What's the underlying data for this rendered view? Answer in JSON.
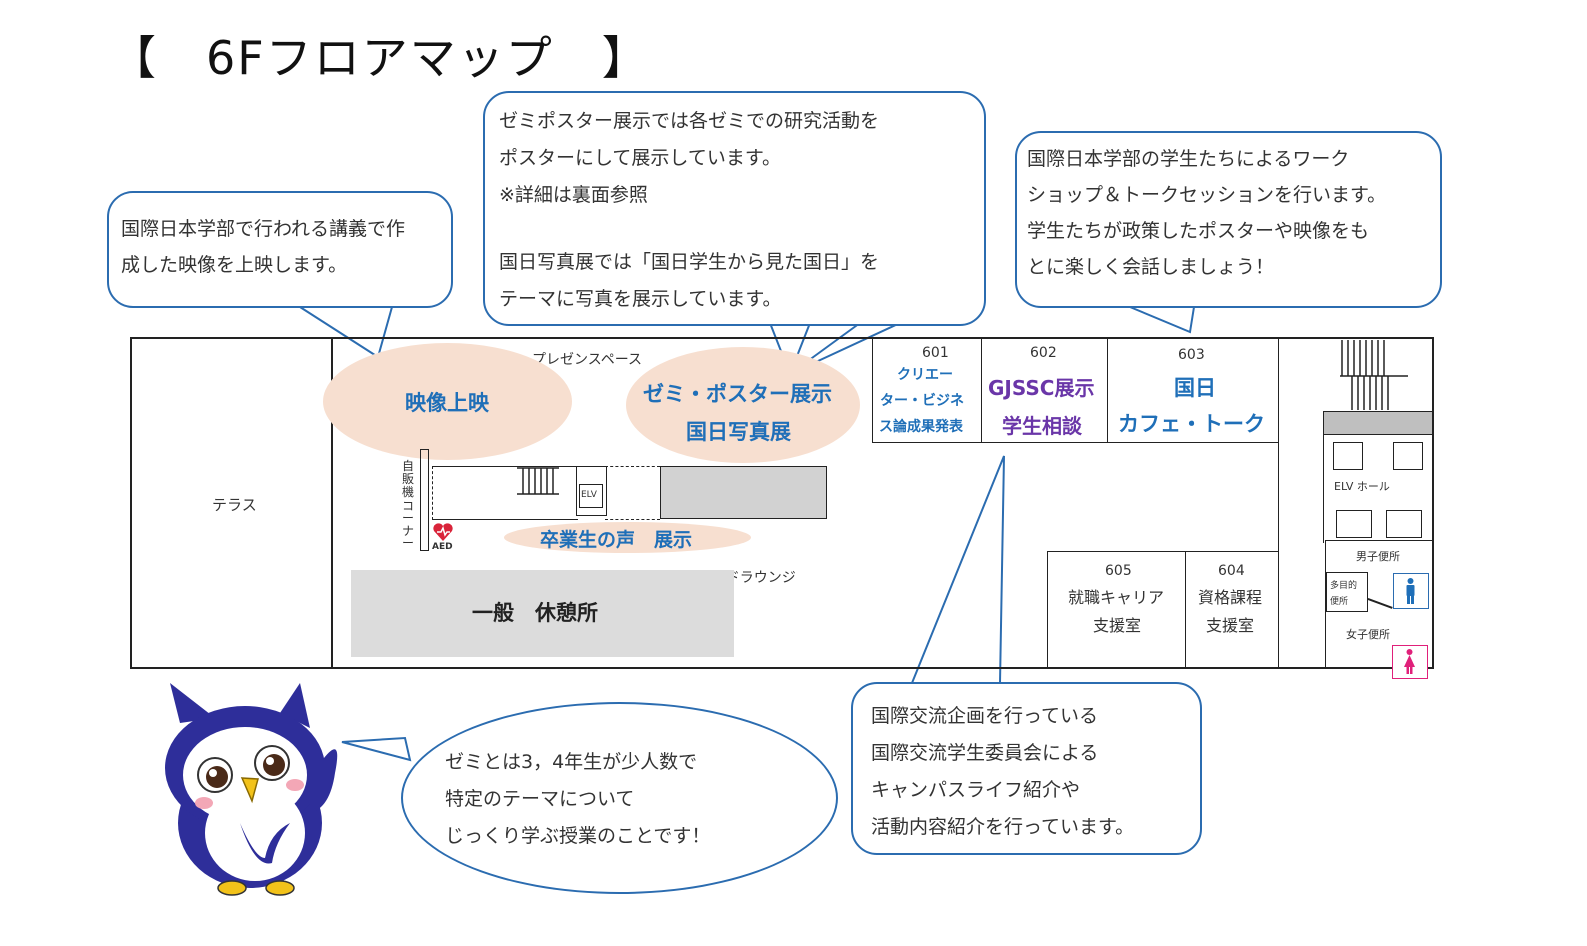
{
  "title": "【　6Fフロアマップ　】",
  "bubbles": {
    "video": [
      "国際日本学部で行われる講義で作",
      "成した映像を上映します。"
    ],
    "poster": [
      "ゼミポスター展示では各ゼミでの研究活動を",
      "ポスターにして展示しています。",
      "※詳細は裏面参照",
      "",
      "国日写真展では「国日学生から見た国日」を",
      "テーマに写真を展示しています。"
    ],
    "workshop": [
      "国際日本学部の学生たちによるワーク",
      "ショップ＆トークセッションを行います。",
      "学生たちが政策したポスターや映像をも",
      "とに楽しく会話しましょう！"
    ],
    "exchange": [
      "国際交流企画を行っている",
      "国際交流学生委員会による",
      "キャンパスライフ紹介や",
      "活動内容紹介を行っています。"
    ],
    "owl": [
      "ゼミとは3，4年生が少人数で",
      "特定のテーマについて",
      "じっくり学ぶ授業のことです！"
    ]
  },
  "map": {
    "terrace": "テラス",
    "presentation_space": "プレゼンスペース",
    "video_event": "映像上映",
    "poster_event_1": "ゼミ・ポスター展示",
    "poster_event_2": "国日写真展",
    "vending": [
      "自",
      "販",
      "機",
      "コ",
      "ー",
      "ナ",
      "ー"
    ],
    "aed": "AED",
    "elv_small": "ELV",
    "graduates": "卒業生の声　展示",
    "cross_field": "クロスフィールドラウンジ",
    "rest_area": "一般　休憩所",
    "rooms": {
      "r601": {
        "num": "601",
        "lines": [
          "クリエー",
          "ター・ビジネ",
          "ス論成果発表"
        ]
      },
      "r602": {
        "num": "602",
        "lines": [
          "GJSSC展示",
          "学生相談"
        ]
      },
      "r603": {
        "num": "603",
        "lines": [
          "国日",
          "カフェ・トーク"
        ]
      },
      "r605": {
        "num": "605",
        "lines": [
          "就職キャリア",
          "支援室"
        ]
      },
      "r604": {
        "num": "604",
        "lines": [
          "資格課程",
          "支援室"
        ]
      }
    },
    "elv_hall": "ELV ホール",
    "mens": "男子便所",
    "multi": [
      "多目的",
      "便所"
    ],
    "womens": "女子便所"
  },
  "colors": {
    "bubble_border": "#2b6cb0",
    "event_blue": "#1f6fb8",
    "event_purple": "#6a36a8",
    "oval_fill": "#f7dfd0",
    "owl_body": "#2e2e9a"
  }
}
